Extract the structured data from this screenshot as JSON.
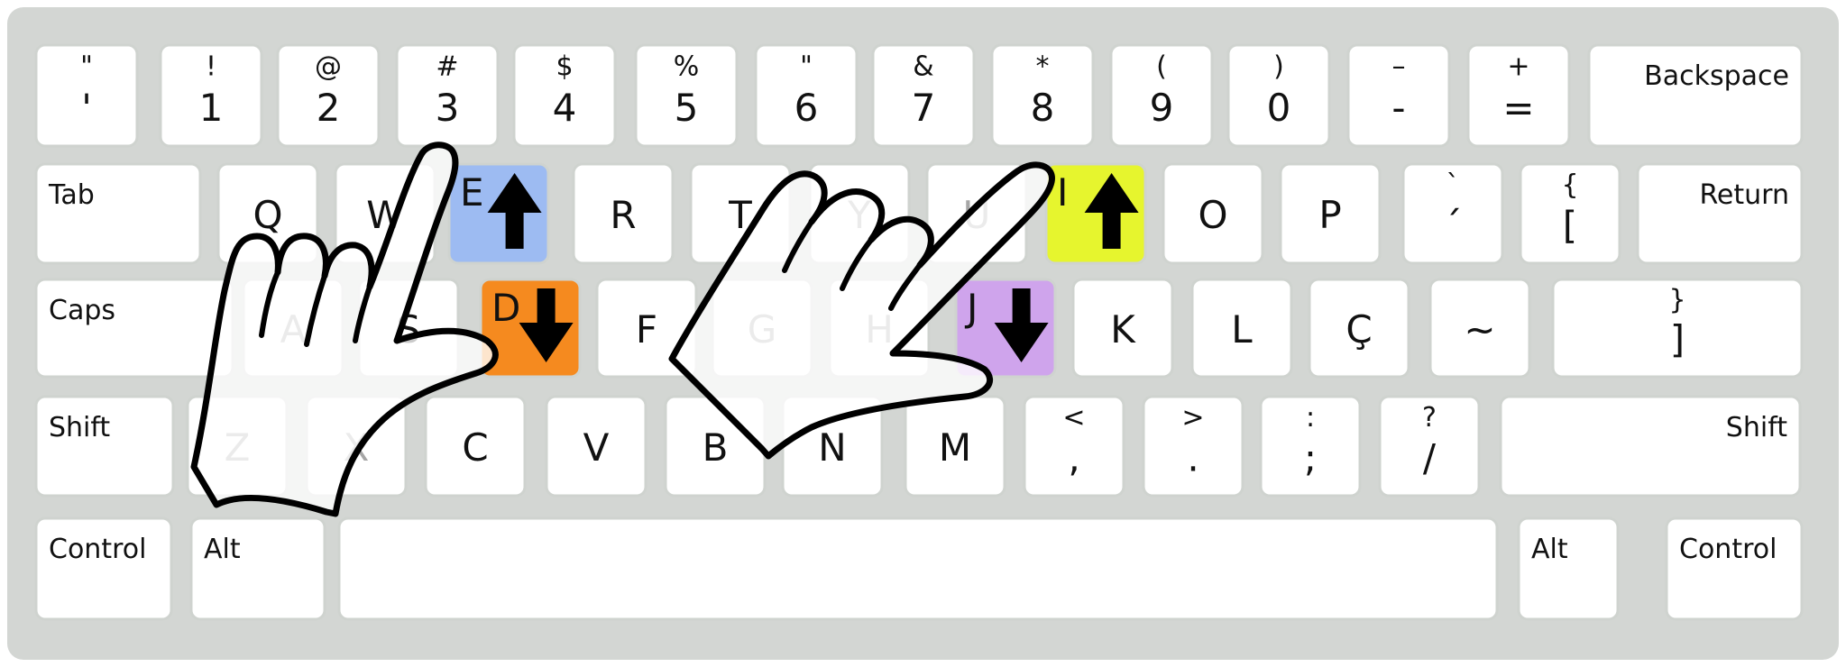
{
  "colors": {
    "frame": "#d3d6d3",
    "key_face": "#ffffff",
    "key_border": "#cfd3cf",
    "highlight_e": "#9dbbf2",
    "highlight_d": "#f58a1f",
    "highlight_i": "#e6f52e",
    "highlight_j": "#cfa4ec",
    "faded_label": "#a6a6a6",
    "label": "#111111",
    "arrow": "#000000"
  },
  "icons": {
    "arrow_up": "arrow-up-icon",
    "arrow_down": "arrow-down-icon",
    "hand": "hand-icon"
  },
  "rows": [
    [
      {
        "id": "quote",
        "top": "\"",
        "bottom": "'"
      },
      {
        "id": "1",
        "top": "!",
        "bottom": "1"
      },
      {
        "id": "2",
        "top": "@",
        "bottom": "2"
      },
      {
        "id": "3",
        "top": "#",
        "bottom": "3"
      },
      {
        "id": "4",
        "top": "$",
        "bottom": "4"
      },
      {
        "id": "5",
        "top": "%",
        "bottom": "5"
      },
      {
        "id": "6",
        "top": "\"",
        "bottom": "6"
      },
      {
        "id": "7",
        "top": "&",
        "bottom": "7"
      },
      {
        "id": "8",
        "top": "*",
        "bottom": "8"
      },
      {
        "id": "9",
        "top": "(",
        "bottom": "9"
      },
      {
        "id": "0",
        "top": ")",
        "bottom": "0"
      },
      {
        "id": "minus",
        "top": "–",
        "bottom": "-"
      },
      {
        "id": "equals",
        "top": "+",
        "bottom": "="
      },
      {
        "id": "backspace",
        "label": "Backspace"
      }
    ],
    [
      {
        "id": "tab",
        "label": "Tab"
      },
      {
        "id": "q",
        "label": "Q"
      },
      {
        "id": "w",
        "label": "W"
      },
      {
        "id": "e",
        "label": "E",
        "highlight": "highlight_e",
        "arrow": "up"
      },
      {
        "id": "r",
        "label": "R"
      },
      {
        "id": "t",
        "label": "T"
      },
      {
        "id": "y",
        "label": "Y",
        "faded": true
      },
      {
        "id": "u",
        "label": "U",
        "faded": true
      },
      {
        "id": "i",
        "label": "I",
        "highlight": "highlight_i",
        "arrow": "up"
      },
      {
        "id": "o",
        "label": "O"
      },
      {
        "id": "p",
        "label": "P"
      },
      {
        "id": "acute",
        "top": "`",
        "bottom": "´"
      },
      {
        "id": "brace",
        "top": "{",
        "bottom": "["
      },
      {
        "id": "return",
        "label": "Return"
      }
    ],
    [
      {
        "id": "caps",
        "label": "Caps"
      },
      {
        "id": "a",
        "label": "A",
        "faded": true
      },
      {
        "id": "s",
        "label": "S"
      },
      {
        "id": "d",
        "label": "D",
        "highlight": "highlight_d",
        "arrow": "down"
      },
      {
        "id": "f",
        "label": "F"
      },
      {
        "id": "g",
        "label": "G",
        "faded": true
      },
      {
        "id": "h",
        "label": "H",
        "faded": true
      },
      {
        "id": "j",
        "label": "J",
        "highlight": "highlight_j",
        "arrow": "down"
      },
      {
        "id": "k",
        "label": "K"
      },
      {
        "id": "l",
        "label": "L"
      },
      {
        "id": "ccedil",
        "label": "Ç"
      },
      {
        "id": "tilde",
        "label": "~"
      },
      {
        "id": "closebrace",
        "top": "}",
        "bottom": "]"
      }
    ],
    [
      {
        "id": "lshift",
        "label": "Shift"
      },
      {
        "id": "z",
        "label": "Z",
        "faded": true
      },
      {
        "id": "x",
        "label": "X",
        "faded": true
      },
      {
        "id": "c",
        "label": "C"
      },
      {
        "id": "v",
        "label": "V"
      },
      {
        "id": "b",
        "label": "B"
      },
      {
        "id": "n",
        "label": "N"
      },
      {
        "id": "m",
        "label": "M"
      },
      {
        "id": "comma",
        "top": "<",
        "bottom": ","
      },
      {
        "id": "period",
        "top": ">",
        "bottom": "."
      },
      {
        "id": "semicolon",
        "top": ":",
        "bottom": ";"
      },
      {
        "id": "slash",
        "top": "?",
        "bottom": "/"
      },
      {
        "id": "rshift",
        "label": "Shift"
      }
    ],
    [
      {
        "id": "lctrl",
        "label": "Control"
      },
      {
        "id": "lalt",
        "label": "Alt"
      },
      {
        "id": "space",
        "label": ""
      },
      {
        "id": "ralt",
        "label": "Alt"
      },
      {
        "id": "rctrl",
        "label": "Control"
      }
    ]
  ]
}
